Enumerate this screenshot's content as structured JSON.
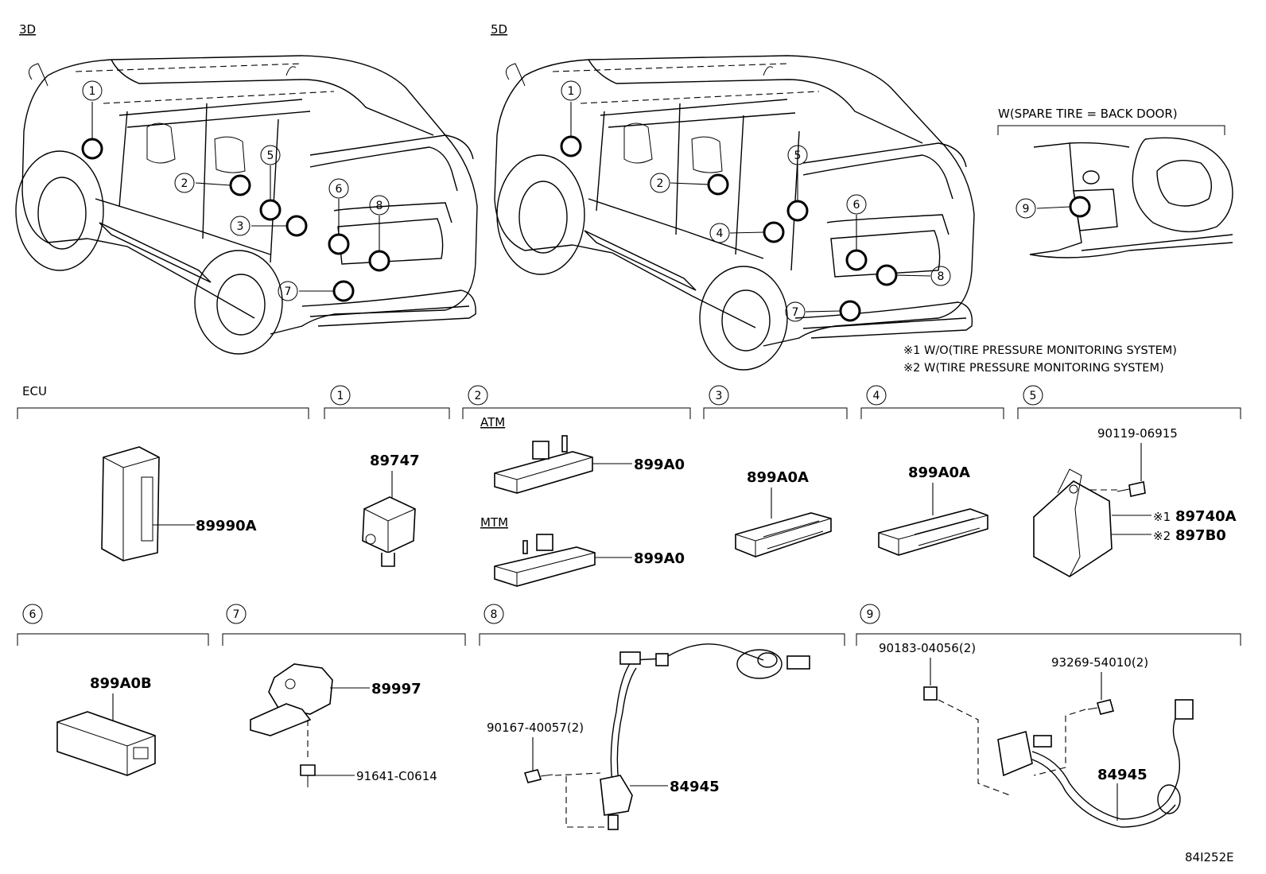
{
  "views": {
    "three_door": "3D",
    "five_door": "5D",
    "spare_tire": "W(SPARE TIRE = BACK DOOR)"
  },
  "notes": {
    "note1": "※1 W/O(TIRE PRESSURE MONITORING SYSTEM)",
    "note2": "※2 W(TIRE PRESSURE MONITORING SYSTEM)"
  },
  "callouts": [
    "1",
    "2",
    "3",
    "4",
    "5",
    "6",
    "7",
    "8",
    "9"
  ],
  "sections": {
    "ecu": {
      "title": "ECU",
      "part": "89990A"
    },
    "s1": {
      "num": "1",
      "part": "89747"
    },
    "s2": {
      "num": "2",
      "atm": "ATM",
      "mtm": "MTM",
      "part_atm": "899A0",
      "part_mtm": "899A0"
    },
    "s3": {
      "num": "3",
      "part": "899A0A"
    },
    "s4": {
      "num": "4",
      "part": "899A0A"
    },
    "s5": {
      "num": "5",
      "bolt": "90119-06915",
      "part1_mark": "※1",
      "part1": "89740A",
      "part2_mark": "※2",
      "part2": "897B0"
    },
    "s6": {
      "num": "6",
      "part": "899A0B"
    },
    "s7": {
      "num": "7",
      "part": "89997",
      "bolt": "91641-C0614"
    },
    "s8": {
      "num": "8",
      "clip": "90167-40057(2)",
      "part": "84945"
    },
    "s9": {
      "num": "9",
      "nut": "90183-04056(2)",
      "clip": "93269-54010(2)",
      "part": "84945"
    }
  },
  "figure_id": "84I252E"
}
